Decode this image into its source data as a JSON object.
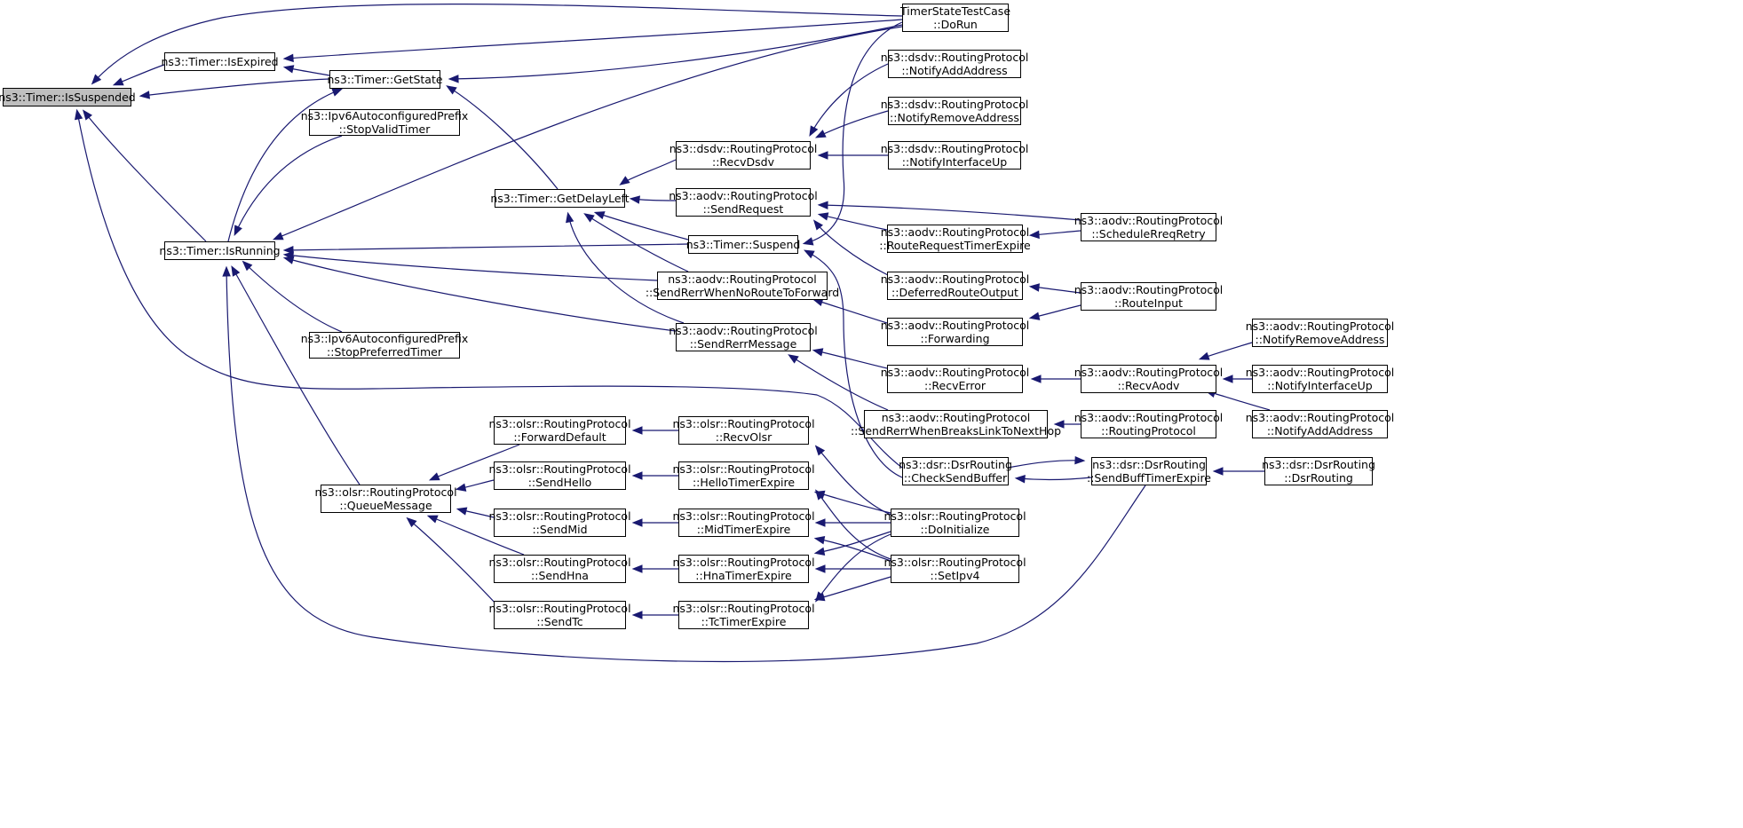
{
  "colors": {
    "edge": "#191970",
    "selected_fill": "#bfbfbf",
    "node_border": "#000000"
  },
  "nodes": [
    {
      "id": "is_suspended",
      "lines": [
        "ns3::Timer::IsSuspended"
      ],
      "selected": true
    },
    {
      "id": "is_expired",
      "lines": [
        "ns3::Timer::IsExpired"
      ]
    },
    {
      "id": "get_state",
      "lines": [
        "ns3::Timer::GetState"
      ]
    },
    {
      "id": "is_running",
      "lines": [
        "ns3::Timer::IsRunning"
      ]
    },
    {
      "id": "timer_state_test",
      "lines": [
        "TimerStateTestCase",
        "::DoRun"
      ]
    },
    {
      "id": "ipv6_stop_valid",
      "lines": [
        "ns3::Ipv6AutoconfiguredPrefix",
        "::StopValidTimer"
      ]
    },
    {
      "id": "ipv6_stop_preferred",
      "lines": [
        "ns3::Ipv6AutoconfiguredPrefix",
        "::StopPreferredTimer"
      ]
    },
    {
      "id": "get_delay_left",
      "lines": [
        "ns3::Timer::GetDelayLeft"
      ]
    },
    {
      "id": "timer_suspend",
      "lines": [
        "ns3::Timer::Suspend"
      ]
    },
    {
      "id": "dsdv_recv",
      "lines": [
        "ns3::dsdv::RoutingProtocol",
        "::RecvDsdv"
      ]
    },
    {
      "id": "dsdv_notify_add",
      "lines": [
        "ns3::dsdv::RoutingProtocol",
        "::NotifyAddAddress"
      ]
    },
    {
      "id": "dsdv_notify_remove",
      "lines": [
        "ns3::dsdv::RoutingProtocol",
        "::NotifyRemoveAddress"
      ]
    },
    {
      "id": "dsdv_notify_if_up",
      "lines": [
        "ns3::dsdv::RoutingProtocol",
        "::NotifyInterfaceUp"
      ]
    },
    {
      "id": "aodv_send_request",
      "lines": [
        "ns3::aodv::RoutingProtocol",
        "::SendRequest"
      ]
    },
    {
      "id": "aodv_route_request_timer",
      "lines": [
        "ns3::aodv::RoutingProtocol",
        "::RouteRequestTimerExpire"
      ]
    },
    {
      "id": "aodv_schedule_rreq",
      "lines": [
        "ns3::aodv::RoutingProtocol",
        "::ScheduleRreqRetry"
      ]
    },
    {
      "id": "aodv_send_rerr_no_route",
      "lines": [
        "ns3::aodv::RoutingProtocol",
        "::SendRerrWhenNoRouteToForward"
      ]
    },
    {
      "id": "aodv_deferred_route",
      "lines": [
        "ns3::aodv::RoutingProtocol",
        "::DeferredRouteOutput"
      ]
    },
    {
      "id": "aodv_route_input",
      "lines": [
        "ns3::aodv::RoutingProtocol",
        "::RouteInput"
      ]
    },
    {
      "id": "aodv_send_rerr_msg",
      "lines": [
        "ns3::aodv::RoutingProtocol",
        "::SendRerrMessage"
      ]
    },
    {
      "id": "aodv_forwarding",
      "lines": [
        "ns3::aodv::RoutingProtocol",
        "::Forwarding"
      ]
    },
    {
      "id": "aodv_recv_error",
      "lines": [
        "ns3::aodv::RoutingProtocol",
        "::RecvError"
      ]
    },
    {
      "id": "aodv_recv_aodv",
      "lines": [
        "ns3::aodv::RoutingProtocol",
        "::RecvAodv"
      ]
    },
    {
      "id": "aodv_notify_remove",
      "lines": [
        "ns3::aodv::RoutingProtocol",
        "::NotifyRemoveAddress"
      ]
    },
    {
      "id": "aodv_notify_if_up",
      "lines": [
        "ns3::aodv::RoutingProtocol",
        "::NotifyInterfaceUp"
      ]
    },
    {
      "id": "aodv_notify_add",
      "lines": [
        "ns3::aodv::RoutingProtocol",
        "::NotifyAddAddress"
      ]
    },
    {
      "id": "aodv_send_rerr_breaks",
      "lines": [
        "ns3::aodv::RoutingProtocol",
        "::SendRerrWhenBreaksLinkToNextHop"
      ]
    },
    {
      "id": "aodv_routing_protocol",
      "lines": [
        "ns3::aodv::RoutingProtocol",
        "::RoutingProtocol"
      ]
    },
    {
      "id": "dsr_check_send_buffer",
      "lines": [
        "ns3::dsr::DsrRouting",
        "::CheckSendBuffer"
      ]
    },
    {
      "id": "dsr_send_buff_timer",
      "lines": [
        "ns3::dsr::DsrRouting",
        "::SendBuffTimerExpire"
      ]
    },
    {
      "id": "dsr_dsr_routing",
      "lines": [
        "ns3::dsr::DsrRouting",
        "::DsrRouting"
      ]
    },
    {
      "id": "olsr_queue_message",
      "lines": [
        "ns3::olsr::RoutingProtocol",
        "::QueueMessage"
      ]
    },
    {
      "id": "olsr_forward_default",
      "lines": [
        "ns3::olsr::RoutingProtocol",
        "::ForwardDefault"
      ]
    },
    {
      "id": "olsr_recv_olsr",
      "lines": [
        "ns3::olsr::RoutingProtocol",
        "::RecvOlsr"
      ]
    },
    {
      "id": "olsr_send_hello",
      "lines": [
        "ns3::olsr::RoutingProtocol",
        "::SendHello"
      ]
    },
    {
      "id": "olsr_hello_timer",
      "lines": [
        "ns3::olsr::RoutingProtocol",
        "::HelloTimerExpire"
      ]
    },
    {
      "id": "olsr_send_mid",
      "lines": [
        "ns3::olsr::RoutingProtocol",
        "::SendMid"
      ]
    },
    {
      "id": "olsr_mid_timer",
      "lines": [
        "ns3::olsr::RoutingProtocol",
        "::MidTimerExpire"
      ]
    },
    {
      "id": "olsr_do_initialize",
      "lines": [
        "ns3::olsr::RoutingProtocol",
        "::DoInitialize"
      ]
    },
    {
      "id": "olsr_send_hna",
      "lines": [
        "ns3::olsr::RoutingProtocol",
        "::SendHna"
      ]
    },
    {
      "id": "olsr_hna_timer",
      "lines": [
        "ns3::olsr::RoutingProtocol",
        "::HnaTimerExpire"
      ]
    },
    {
      "id": "olsr_set_ipv4",
      "lines": [
        "ns3::olsr::RoutingProtocol",
        "::SetIpv4"
      ]
    },
    {
      "id": "olsr_send_tc",
      "lines": [
        "ns3::olsr::RoutingProtocol",
        "::SendTc"
      ]
    },
    {
      "id": "olsr_tc_timer",
      "lines": [
        "ns3::olsr::RoutingProtocol",
        "::TcTimerExpire"
      ]
    }
  ],
  "edges": [
    {
      "from": "is_expired",
      "to": "is_suspended"
    },
    {
      "from": "get_state",
      "to": "is_suspended"
    },
    {
      "from": "timer_state_test",
      "to": "is_suspended"
    },
    {
      "from": "is_running",
      "to": "is_suspended"
    },
    {
      "from": "dsr_check_send_buffer",
      "to": "is_suspended"
    },
    {
      "from": "get_state",
      "to": "is_expired"
    },
    {
      "from": "timer_state_test",
      "to": "is_expired"
    },
    {
      "from": "timer_state_test",
      "to": "get_state"
    },
    {
      "from": "is_running",
      "to": "get_state"
    },
    {
      "from": "get_delay_left",
      "to": "get_state"
    },
    {
      "from": "timer_state_test",
      "to": "is_running"
    },
    {
      "from": "ipv6_stop_valid",
      "to": "is_running"
    },
    {
      "from": "ipv6_stop_preferred",
      "to": "is_running"
    },
    {
      "from": "timer_suspend",
      "to": "is_running"
    },
    {
      "from": "aodv_send_rerr_no_route",
      "to": "is_running"
    },
    {
      "from": "aodv_send_rerr_msg",
      "to": "is_running"
    },
    {
      "from": "olsr_queue_message",
      "to": "is_running"
    },
    {
      "from": "dsr_send_buff_timer",
      "to": "is_running"
    },
    {
      "from": "dsdv_recv",
      "to": "get_delay_left"
    },
    {
      "from": "aodv_send_request",
      "to": "get_delay_left"
    },
    {
      "from": "timer_suspend",
      "to": "get_delay_left"
    },
    {
      "from": "aodv_send_rerr_no_route",
      "to": "get_delay_left"
    },
    {
      "from": "aodv_send_rerr_msg",
      "to": "get_delay_left"
    },
    {
      "from": "dsdv_notify_add",
      "to": "dsdv_recv"
    },
    {
      "from": "dsdv_notify_remove",
      "to": "dsdv_recv"
    },
    {
      "from": "dsdv_notify_if_up",
      "to": "dsdv_recv"
    },
    {
      "from": "aodv_route_request_timer",
      "to": "aodv_send_request"
    },
    {
      "from": "aodv_schedule_rreq",
      "to": "aodv_send_request"
    },
    {
      "from": "aodv_deferred_route",
      "to": "aodv_send_request"
    },
    {
      "from": "timer_state_test",
      "to": "timer_suspend"
    },
    {
      "from": "dsr_check_send_buffer",
      "to": "timer_suspend"
    },
    {
      "from": "aodv_schedule_rreq",
      "to": "aodv_route_request_timer"
    },
    {
      "from": "aodv_forwarding",
      "to": "aodv_send_rerr_no_route"
    },
    {
      "from": "aodv_route_input",
      "to": "aodv_deferred_route"
    },
    {
      "from": "aodv_route_input",
      "to": "aodv_forwarding"
    },
    {
      "from": "aodv_recv_error",
      "to": "aodv_send_rerr_msg"
    },
    {
      "from": "aodv_send_rerr_breaks",
      "to": "aodv_send_rerr_msg"
    },
    {
      "from": "aodv_recv_aodv",
      "to": "aodv_recv_error"
    },
    {
      "from": "aodv_notify_remove",
      "to": "aodv_recv_aodv"
    },
    {
      "from": "aodv_notify_if_up",
      "to": "aodv_recv_aodv"
    },
    {
      "from": "aodv_notify_add",
      "to": "aodv_recv_aodv"
    },
    {
      "from": "aodv_routing_protocol",
      "to": "aodv_send_rerr_breaks"
    },
    {
      "from": "dsr_check_send_buffer",
      "to": "dsr_send_buff_timer"
    },
    {
      "from": "dsr_send_buff_timer",
      "to": "dsr_check_send_buffer"
    },
    {
      "from": "dsr_dsr_routing",
      "to": "dsr_send_buff_timer"
    },
    {
      "from": "olsr_forward_default",
      "to": "olsr_queue_message"
    },
    {
      "from": "olsr_send_hello",
      "to": "olsr_queue_message"
    },
    {
      "from": "olsr_send_mid",
      "to": "olsr_queue_message"
    },
    {
      "from": "olsr_send_hna",
      "to": "olsr_queue_message"
    },
    {
      "from": "olsr_send_tc",
      "to": "olsr_queue_message"
    },
    {
      "from": "olsr_recv_olsr",
      "to": "olsr_forward_default"
    },
    {
      "from": "olsr_hello_timer",
      "to": "olsr_send_hello"
    },
    {
      "from": "olsr_mid_timer",
      "to": "olsr_send_mid"
    },
    {
      "from": "olsr_hna_timer",
      "to": "olsr_send_hna"
    },
    {
      "from": "olsr_tc_timer",
      "to": "olsr_send_tc"
    },
    {
      "from": "olsr_do_initialize",
      "to": "olsr_recv_olsr"
    },
    {
      "from": "olsr_do_initialize",
      "to": "olsr_hello_timer"
    },
    {
      "from": "olsr_set_ipv4",
      "to": "olsr_hello_timer"
    },
    {
      "from": "olsr_do_initialize",
      "to": "olsr_mid_timer"
    },
    {
      "from": "olsr_set_ipv4",
      "to": "olsr_mid_timer"
    },
    {
      "from": "olsr_do_initialize",
      "to": "olsr_hna_timer"
    },
    {
      "from": "olsr_set_ipv4",
      "to": "olsr_hna_timer"
    },
    {
      "from": "olsr_do_initialize",
      "to": "olsr_tc_timer"
    },
    {
      "from": "olsr_set_ipv4",
      "to": "olsr_tc_timer"
    }
  ]
}
